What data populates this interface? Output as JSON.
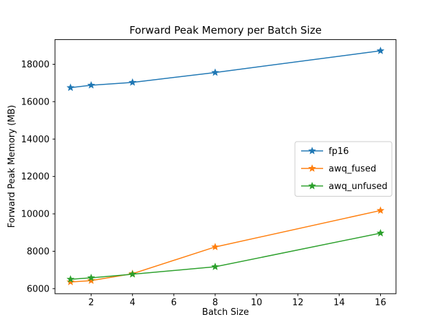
{
  "chart_data": {
    "type": "line",
    "title": "Forward Peak Memory per Batch Size",
    "xlabel": "Batch Size",
    "ylabel": "Forward Peak Memory (MB)",
    "x": [
      1,
      2,
      4,
      8,
      16
    ],
    "series": [
      {
        "name": "fp16",
        "color": "#1f77b4",
        "values": [
          16750,
          16880,
          17030,
          17560,
          18720
        ]
      },
      {
        "name": "awq_fused",
        "color": "#ff7f0e",
        "values": [
          6360,
          6430,
          6800,
          8230,
          10180
        ]
      },
      {
        "name": "awq_unfused",
        "color": "#2ca02c",
        "values": [
          6500,
          6580,
          6770,
          7170,
          8970
        ]
      }
    ],
    "xticks": [
      2,
      4,
      6,
      8,
      10,
      12,
      14,
      16
    ],
    "yticks": [
      6000,
      8000,
      10000,
      12000,
      14000,
      16000,
      18000
    ],
    "xlim": [
      0.25,
      16.75
    ],
    "ylim": [
      5730,
      19320
    ],
    "marker": "star",
    "grid": false,
    "legend_position": "center right",
    "colors": {
      "spine": "#000000",
      "legend_border": "#cccccc",
      "background": "#ffffff"
    }
  }
}
